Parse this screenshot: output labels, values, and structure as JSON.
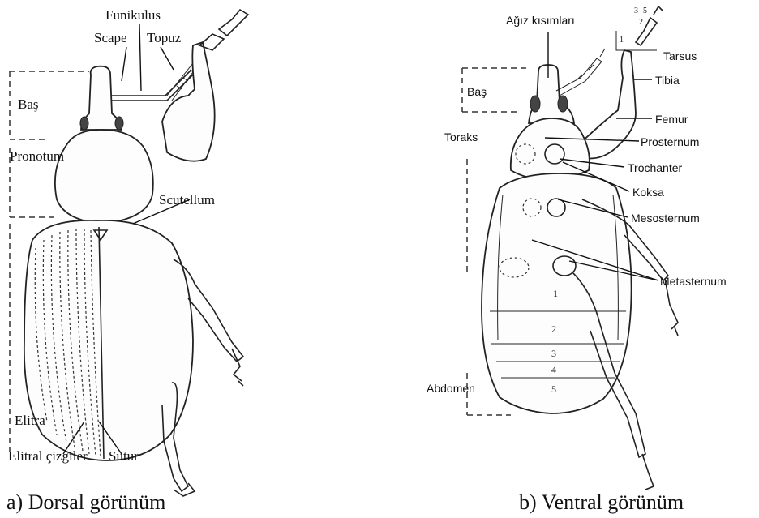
{
  "dorsal": {
    "caption": "a) Dorsal görünüm",
    "labels": {
      "funikulus": "Funikulus",
      "scape": "Scape",
      "topuz": "Topuz",
      "bas": "Baş",
      "pronotum": "Pronotum",
      "scutellum": "Scutellum",
      "elitra": "Elitra",
      "elitral_cizgiler": "Elitral çizgiler",
      "sutur": "Sutur"
    }
  },
  "ventral": {
    "caption": "b) Ventral görünüm",
    "labels": {
      "agiz": "Ağız kısımları",
      "tarsus": "Tarsus",
      "tibia": "Tibia",
      "bas": "Baş",
      "femur": "Femur",
      "toraks": "Toraks",
      "prosternum": "Prosternum",
      "trochanter": "Trochanter",
      "koksa": "Koksa",
      "mesosternum": "Mesosternum",
      "metasternum": "Metasternum",
      "abdomen": "Abdomen"
    },
    "tarsus_numbers": [
      "1",
      "2",
      "3",
      "5"
    ],
    "sternite_numbers": [
      "1",
      "2",
      "3",
      "4",
      "5"
    ]
  }
}
